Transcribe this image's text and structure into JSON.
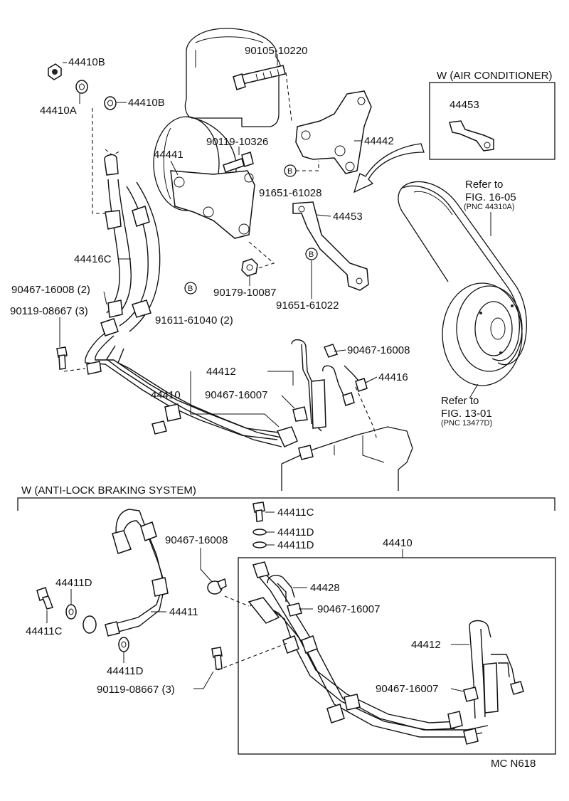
{
  "labels": {
    "p_90105_10220": "90105-10220",
    "p_44410B_top": "44410B",
    "p_44410B_mid": "44410B",
    "p_44410A": "44410A",
    "p_90119_10326": "90119-10326",
    "p_44441": "44441",
    "p_44442": "44442",
    "p_91651_61028": "91651-61028",
    "p_44453_main": "44453",
    "p_44416C": "44416C",
    "p_90467_16008_2": "90467-16008 (2)",
    "p_90179_10087": "90179-10087",
    "p_90119_08667_3_top": "90119-08667 (3)",
    "p_91651_61022": "91651-61022",
    "p_91611_61040_2": "91611-61040 (2)",
    "p_90467_16008_right": "90467-16008",
    "p_44412_top": "44412",
    "p_44416": "44416",
    "p_44410_top": "44410",
    "p_90467_16007_top": "90467-16007",
    "p_44453_ac": "44453",
    "p_44411C_a": "44411C",
    "p_44411D_a": "44411D",
    "p_44411D_b": "44411D",
    "p_90467_16008_abs": "90467-16008",
    "p_44410_abs": "44410",
    "p_44411D_left": "44411D",
    "p_44411C_left": "44411C",
    "p_44428": "44428",
    "p_90467_16007_abs": "90467-16007",
    "p_44411": "44411",
    "p_44412_abs": "44412",
    "p_44411D_bottom": "44411D",
    "p_90119_08667_3_bottom": "90119-08667 (3)",
    "p_90467_16007_abs2": "90467-16007"
  },
  "bracket_mark": "B",
  "sections": {
    "air_conditioner": "W (AIR CONDITIONER)",
    "abs": "W (ANTI-LOCK BRAKING SYSTEM)"
  },
  "references": {
    "belt_ref_line1": "Refer to",
    "belt_ref_line2": "FIG. 16-05",
    "belt_ref_line3": "(PNC 44310A)",
    "pulley_ref_line1": "Refer to",
    "pulley_ref_line2": "FIG. 13-01",
    "pulley_ref_line3": "(PNC 13477D)"
  },
  "figure_code": "MC N618"
}
